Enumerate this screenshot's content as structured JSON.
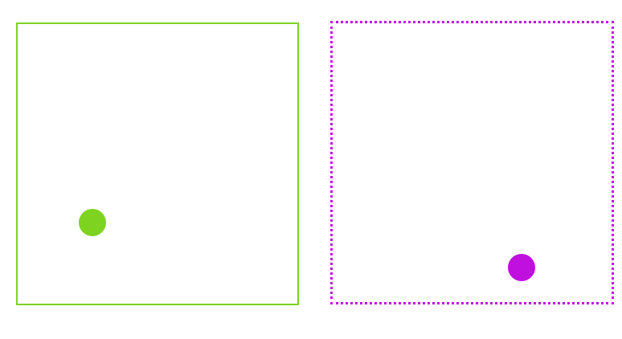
{
  "panels": [
    {
      "id": "left",
      "border_style": "solid",
      "color": "#7ed321"
    },
    {
      "id": "right",
      "border_style": "dotted",
      "color": "#c010e0"
    }
  ],
  "markers": [
    {
      "panel": "left",
      "color": "#7ed321",
      "shape": "circle"
    },
    {
      "panel": "right",
      "color": "#c010e0",
      "shape": "circle"
    }
  ]
}
